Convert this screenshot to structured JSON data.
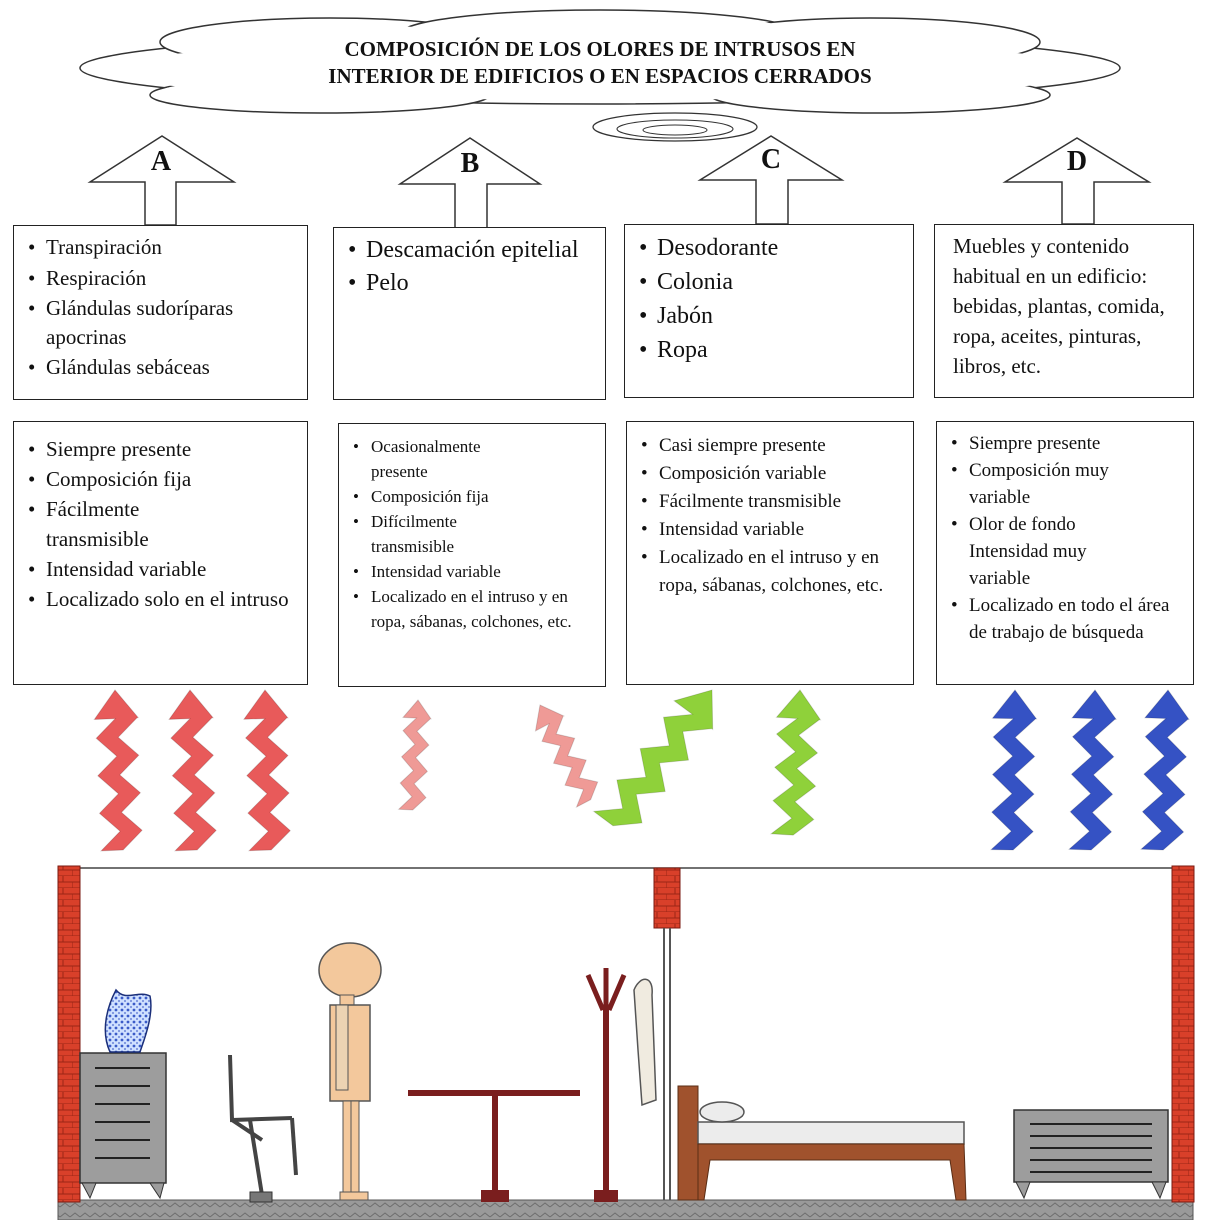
{
  "title": {
    "line1": "COMPOSICIÓN DE LOS OLORES DE INTRUSOS EN",
    "line2": "INTERIOR DE EDIFICIOS O EN ESPACIOS CERRADOS"
  },
  "columns": [
    {
      "letter": "A",
      "sources": [
        "Transpiración",
        "Respiración",
        "Glándulas  sudoríparas apocrinas",
        "Glándulas sebáceas"
      ],
      "properties": [
        "Siempre presente",
        "Composición fija",
        "Fácilmente transmisible",
        "Intensidad variable",
        "Localizado solo en el intruso"
      ],
      "arrow_color": "#e85a5a"
    },
    {
      "letter": "B",
      "sources": [
        "Descamación epitelial",
        "Pelo"
      ],
      "properties": [
        "Ocasionalmente presente",
        "Composición fija",
        "Difícilmente transmisible",
        "Intensidad variable",
        "Localizado en el intruso  y en ropa, sábanas, colchones, etc."
      ],
      "arrow_color": "#ef9a96"
    },
    {
      "letter": "C",
      "sources": [
        "Desodorante",
        "Colonia",
        "Jabón",
        "Ropa"
      ],
      "properties": [
        "Casi siempre presente",
        "Composición variable",
        "Fácilmente transmisible",
        "Intensidad variable",
        " Localizado en el intruso  y en ropa, sábanas, colchones, etc."
      ],
      "arrow_color": "#8fd13a"
    },
    {
      "letter": "D",
      "sources_text": "Muebles y contenido habitual en un edificio: bebidas, plantas, comida, ropa, aceites, pinturas, libros, etc.",
      "properties": [
        "Siempre presente",
        "Composición muy variable",
        "Olor de fondo Intensidad muy variable",
        "Localizado en todo el área de trabajo de búsqueda"
      ],
      "arrow_color": "#3552c4"
    }
  ],
  "colors": {
    "wall": "#d9402a",
    "floor": "#8c8c8c",
    "furniture_brown": "#a0522d",
    "table": "#7a1e1e",
    "skin": "#f3c89c"
  }
}
